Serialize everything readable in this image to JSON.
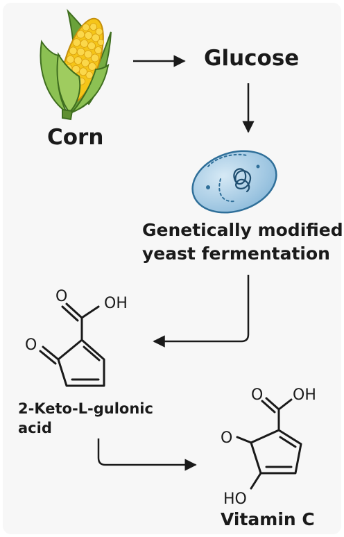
{
  "nodes": {
    "corn": "Corn",
    "glucose": "Glucose",
    "yeast_line1": "Genetically modified",
    "yeast_line2": "yeast fermentation",
    "keto_line1": "2-Keto-L-gulonic",
    "keto_line2": "acid",
    "vitamin_c": "Vitamin C"
  },
  "atoms": {
    "keto_o_top": "O",
    "keto_oh": "OH",
    "keto_o_ring": "O",
    "vitc_o_top": "O",
    "vitc_oh": "OH",
    "vitc_o_ring": "O",
    "vitc_ho": "HO"
  },
  "colors": {
    "panel": "#f7f7f7",
    "ink": "#1a1a1a",
    "corn_husk": "#7fb148",
    "corn_kernel": "#f5c518",
    "yeast_fill": "#a9cde6",
    "yeast_stroke": "#2f6f99"
  }
}
